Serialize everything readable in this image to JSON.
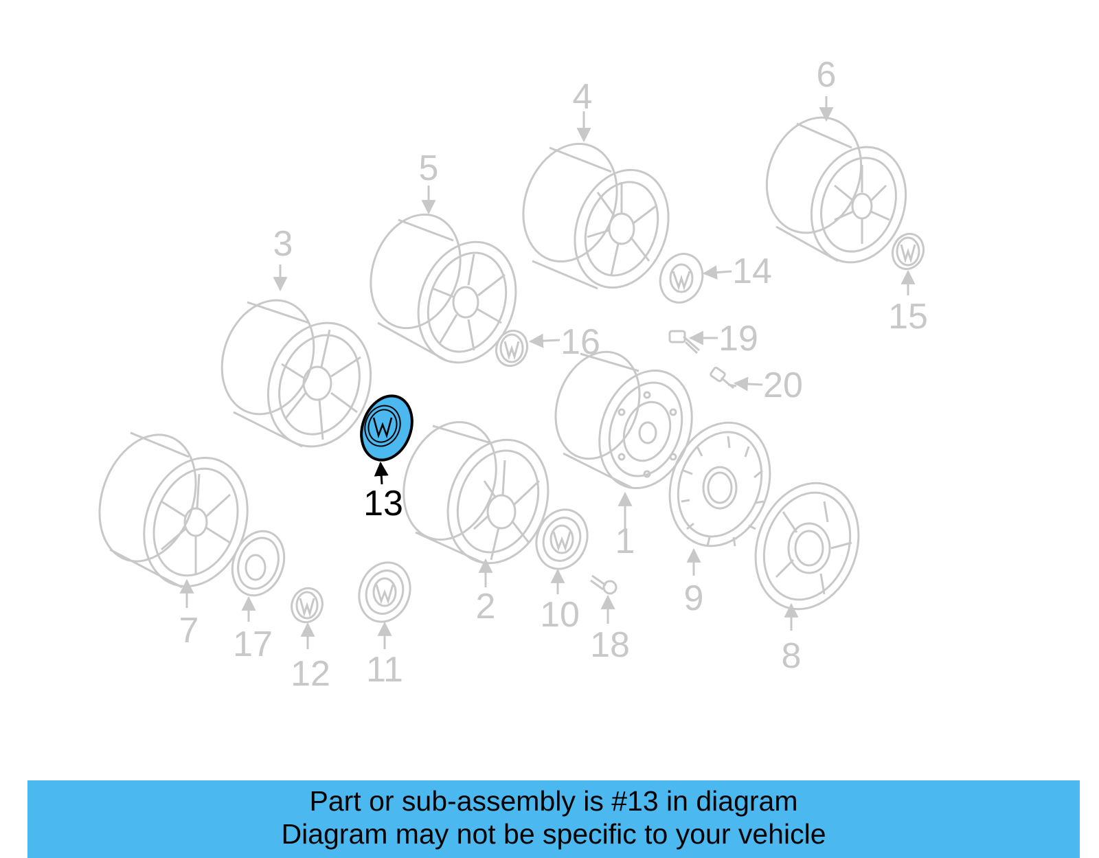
{
  "diagram": {
    "highlight_part": "13",
    "highlight_color": "#4cb8f0",
    "part_color": "#c8c8c8",
    "parts": [
      "1",
      "2",
      "3",
      "4",
      "5",
      "6",
      "7",
      "8",
      "9",
      "10",
      "11",
      "12",
      "13",
      "14",
      "15",
      "16",
      "17",
      "18",
      "19",
      "20"
    ]
  },
  "banner": {
    "line1": "Part or sub-assembly is #13 in diagram",
    "line2": "Diagram may not be specific to your vehicle",
    "color": "#4cb8f0"
  }
}
